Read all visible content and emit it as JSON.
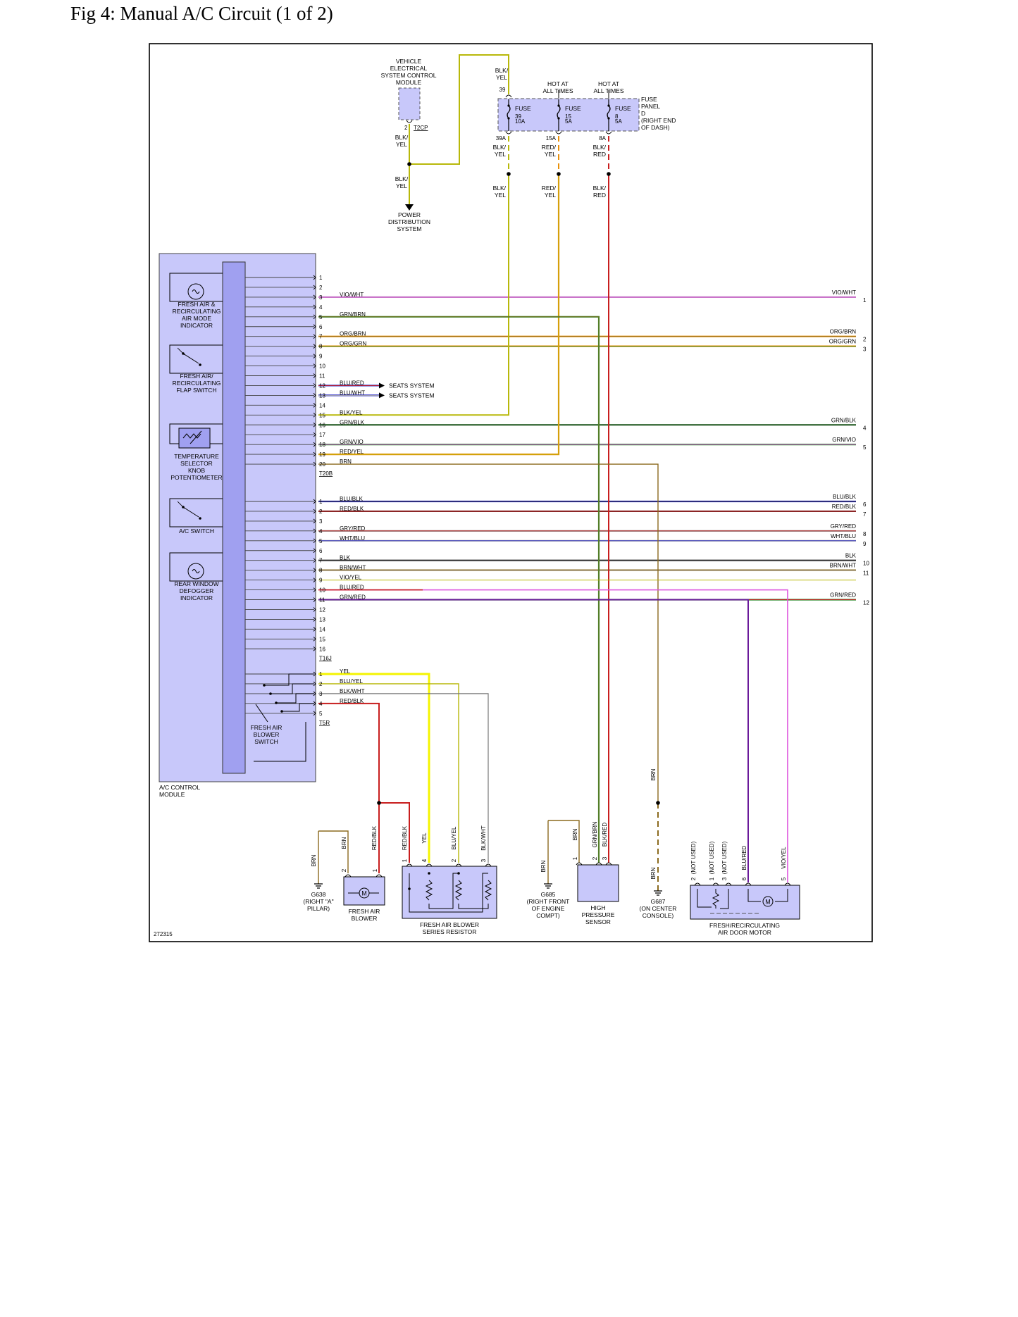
{
  "title": "Fig 4: Manual A/C Circuit (1 of 2)",
  "figure_id": "272315",
  "colors": {
    "module_fill": "#c8c8fa",
    "bar_fill": "#a0a0f0",
    "frame": "#000000",
    "VIO": "#dd55dd",
    "GRN": "#2f8a2f",
    "BRN": "#8b6a1e",
    "ORG": "#e8900a",
    "YEL": "#b8b80a",
    "BLU": "#2727c8",
    "RED": "#c81e1e",
    "BLK": "#333333",
    "GRY": "#999999",
    "WHT": "#aaaaaa",
    "BRIGHT_YEL": "#f4f400"
  },
  "top": {
    "vescm_label": [
      "VEHICLE",
      "ELECTRICAL",
      "SYSTEM CONTROL",
      "MODULE"
    ],
    "vescm_pin": "2",
    "vescm_connector": "T2CP",
    "wire_above_splice": [
      "BLK/",
      "YEL"
    ],
    "wire_below_splice": [
      "BLK/",
      "YEL"
    ],
    "pds_label": [
      "POWER",
      "DISTRIBUTION",
      "SYSTEM"
    ],
    "fuse_in_wire": [
      "BLK/",
      "YEL"
    ],
    "fuse_in_pin": "39",
    "hot1": [
      "HOT AT",
      "ALL TIMES"
    ],
    "hot2": [
      "HOT AT",
      "ALL TIMES"
    ],
    "fuse_panel_label": [
      "FUSE",
      "PANEL",
      "D",
      "(RIGHT END",
      "OF DASH)"
    ],
    "fuses": [
      {
        "name": "FUSE",
        "num": "39",
        "amp": "10A",
        "out_pin": "39A",
        "wire1": [
          "BLK/",
          "YEL"
        ],
        "wire2": [
          "BLK/",
          "YEL"
        ]
      },
      {
        "name": "FUSE",
        "num": "15",
        "amp": "5A",
        "out_pin": "15A",
        "wire1": [
          "RED/",
          "YEL"
        ],
        "wire2": [
          "RED/",
          "YEL"
        ]
      },
      {
        "name": "FUSE",
        "num": "8",
        "amp": "5A",
        "out_pin": "8A",
        "wire1": [
          "BLK/",
          "RED"
        ],
        "wire2": [
          "BLK/",
          "RED"
        ]
      }
    ]
  },
  "module": {
    "label": [
      "A/C CONTROL",
      "MODULE"
    ],
    "components": [
      {
        "lines": [
          "FRESH AIR &",
          "RECIRCULATING",
          "AIR MODE",
          "INDICATOR"
        ]
      },
      {
        "lines": [
          "FRESH AIR/",
          "RECIRCULATING",
          "FLAP SWITCH"
        ]
      },
      {
        "lines": [
          "TEMPERATURE",
          "SELECTOR",
          "KNOB",
          "POTENTIOMETER"
        ]
      },
      {
        "lines": [
          "A/C SWITCH"
        ]
      },
      {
        "lines": [
          "REAR WINDOW",
          "DEFOGGER",
          "INDICATOR"
        ]
      },
      {
        "lines": [
          "FRESH AIR",
          "BLOWER",
          "SWITCH"
        ]
      }
    ]
  },
  "connectors": [
    {
      "name": "T20B",
      "pins": [
        {
          "n": "1",
          "w": ""
        },
        {
          "n": "2",
          "w": ""
        },
        {
          "n": "3",
          "w": "VIO/WHT",
          "right": "VIO/WHT",
          "ref": "1"
        },
        {
          "n": "4",
          "w": ""
        },
        {
          "n": "5",
          "w": "GRN/BRN"
        },
        {
          "n": "6",
          "w": ""
        },
        {
          "n": "7",
          "w": "ORG/BRN",
          "right": "ORG/BRN",
          "ref": "2"
        },
        {
          "n": "8",
          "w": "ORG/GRN",
          "right": "ORG/GRN",
          "ref": "3"
        },
        {
          "n": "9",
          "w": ""
        },
        {
          "n": "10",
          "w": ""
        },
        {
          "n": "11",
          "w": ""
        },
        {
          "n": "12",
          "w": "BLU/RED",
          "dest": "SEATS SYSTEM"
        },
        {
          "n": "13",
          "w": "BLU/WHT",
          "dest": "SEATS SYSTEM"
        },
        {
          "n": "14",
          "w": ""
        },
        {
          "n": "15",
          "w": "BLK/YEL"
        },
        {
          "n": "16",
          "w": "GRN/BLK",
          "right": "GRN/BLK",
          "ref": "4"
        },
        {
          "n": "17",
          "w": ""
        },
        {
          "n": "18",
          "w": "GRN/VIO",
          "right": "GRN/VIO",
          "ref": "5"
        },
        {
          "n": "19",
          "w": "RED/YEL"
        },
        {
          "n": "20",
          "w": "BRN"
        }
      ]
    },
    {
      "name": "T16J",
      "pins": [
        {
          "n": "1",
          "w": "BLU/BLK",
          "right": "BLU/BLK",
          "ref": "6"
        },
        {
          "n": "2",
          "w": "RED/BLK",
          "right": "RED/BLK",
          "ref": "7"
        },
        {
          "n": "3",
          "w": ""
        },
        {
          "n": "4",
          "w": "GRY/RED",
          "right": "GRY/RED",
          "ref": "8"
        },
        {
          "n": "5",
          "w": "WHT/BLU",
          "right": "WHT/BLU",
          "ref": "9"
        },
        {
          "n": "6",
          "w": ""
        },
        {
          "n": "7",
          "w": "BLK",
          "right": "BLK",
          "ref": "10"
        },
        {
          "n": "8",
          "w": "BRN/WHT",
          "right": "BRN/WHT",
          "ref": "11"
        },
        {
          "n": "9",
          "w": "VIO/YEL"
        },
        {
          "n": "10",
          "w": "BLU/RED"
        },
        {
          "n": "11",
          "w": "GRN/RED",
          "right": "GRN/RED",
          "ref": "12"
        },
        {
          "n": "12",
          "w": ""
        },
        {
          "n": "13",
          "w": ""
        },
        {
          "n": "14",
          "w": ""
        },
        {
          "n": "15",
          "w": ""
        },
        {
          "n": "16",
          "w": ""
        }
      ]
    },
    {
      "name": "T5R",
      "pins": [
        {
          "n": "1",
          "w": "YEL"
        },
        {
          "n": "2",
          "w": "BLU/YEL"
        },
        {
          "n": "3",
          "w": "BLK/WHT"
        },
        {
          "n": "4",
          "w": "RED/BLK"
        },
        {
          "n": "5",
          "w": ""
        }
      ]
    }
  ],
  "bottom": {
    "g638": {
      "label": [
        "G638",
        "(RIGHT \"A\"",
        "PILLAR)"
      ],
      "wire": "BRN"
    },
    "blower": {
      "label": [
        "FRESH AIR",
        "BLOWER"
      ],
      "pins": [
        "2",
        "1"
      ],
      "wires": [
        "BRN",
        "RED/BLK"
      ]
    },
    "resistor": {
      "label": [
        "FRESH AIR BLOWER",
        "SERIES RESISTOR"
      ],
      "pins": [
        "1",
        "4",
        "2",
        "3"
      ],
      "wires": [
        "RED/BLK",
        "YEL",
        "BLU/YEL",
        "BLK/WHT"
      ]
    },
    "g685": {
      "label": [
        "G685",
        "(RIGHT FRONT",
        "OF ENGINE",
        "COMPT)"
      ],
      "wire": "BRN"
    },
    "sensor": {
      "label": [
        "HIGH",
        "PRESSURE",
        "SENSOR"
      ],
      "pins": [
        "1",
        "2",
        "3"
      ],
      "wires": [
        "BRN",
        "GRN/BRN",
        "BLK/RED"
      ]
    },
    "g687": {
      "label": [
        "G687",
        "(ON CENTER",
        "CONSOLE)"
      ],
      "wire_top": "BRN",
      "wire_bottom": "BRN"
    },
    "motor": {
      "label": [
        "FRESH/RECIRCULATING",
        "AIR DOOR MOTOR"
      ],
      "pins": [
        "2",
        "1",
        "3",
        "6",
        "5"
      ],
      "wires": [
        "(NOT USED)",
        "(NOT USED)",
        "(NOT USED)",
        "BLU/RED",
        "VIO/YEL"
      ]
    },
    "motor_symbol": "M"
  }
}
